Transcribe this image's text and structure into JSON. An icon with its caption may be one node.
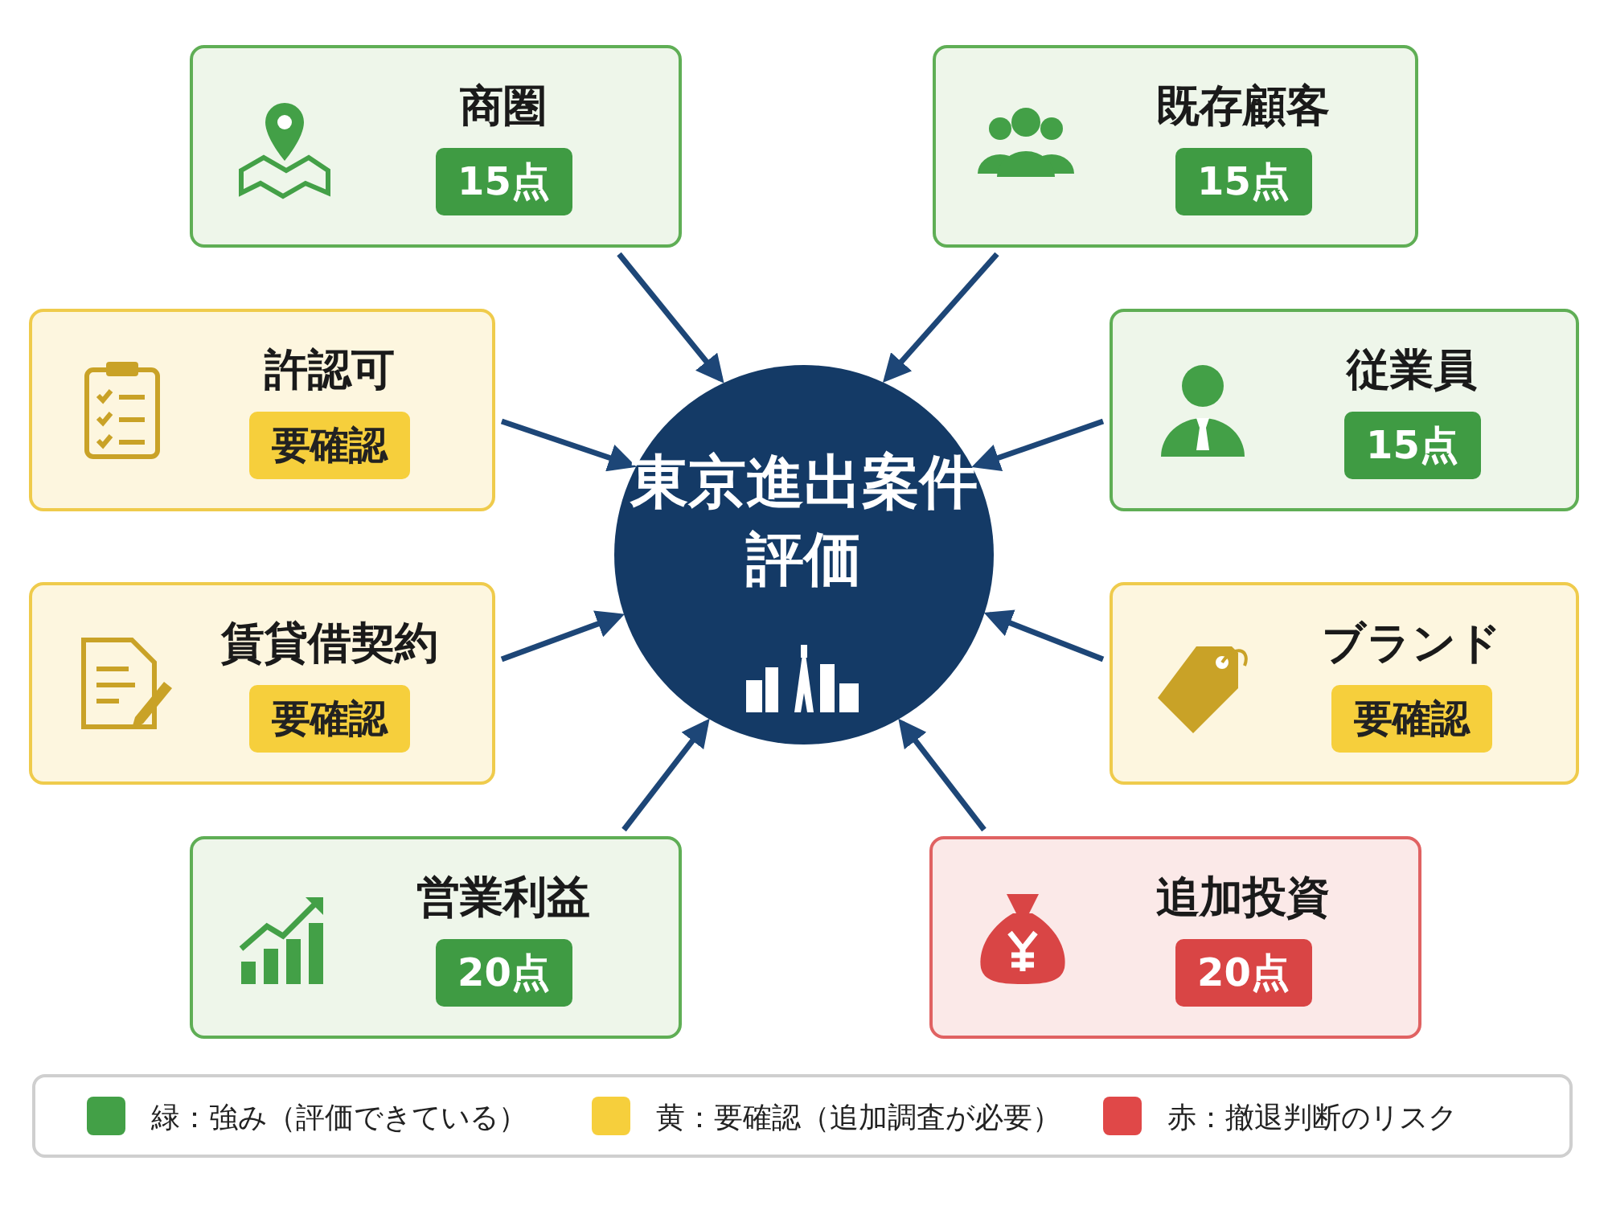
{
  "diagram": {
    "nodes": [
      {
        "text": [
          "東京進出案件評価"
        ]
      },
      {
        "text": [
          "商圏",
          "15点"
        ]
      },
      {
        "text": [
          "既存顧客",
          "15点"
        ]
      },
      {
        "text": [
          "許認可",
          "要確認"
        ]
      },
      {
        "text": [
          "従業員",
          "15点"
        ]
      },
      {
        "text": [
          "賃貸借契約",
          "要確認"
        ]
      },
      {
        "text": [
          "ブランド",
          "要確認"
        ]
      },
      {
        "text": [
          "営業利益",
          "20点"
        ]
      },
      {
        "text": [
          "追加投資",
          "20点"
        ]
      }
    ],
    "edges": [
      {
        "from": 1,
        "to": 0,
        "arrow": "to"
      },
      {
        "from": 2,
        "to": 0,
        "arrow": "to"
      },
      {
        "from": 3,
        "to": 0,
        "arrow": "to"
      },
      {
        "from": 4,
        "to": 0,
        "arrow": "to"
      },
      {
        "from": 5,
        "to": 0,
        "arrow": "to"
      },
      {
        "from": 6,
        "to": 0,
        "arrow": "to"
      },
      {
        "from": 7,
        "to": 0,
        "arrow": "to"
      },
      {
        "from": 8,
        "to": 0,
        "arrow": "to"
      }
    ],
    "legend": [
      {
        "text": "緑：強み（評価できている）",
        "color": "#43a047"
      },
      {
        "text": "黄：要確認（追加調査が必要）",
        "color": "#f6cf3c"
      },
      {
        "text": "赤：撤退判断のリスク",
        "color": "#e04848"
      }
    ]
  }
}
